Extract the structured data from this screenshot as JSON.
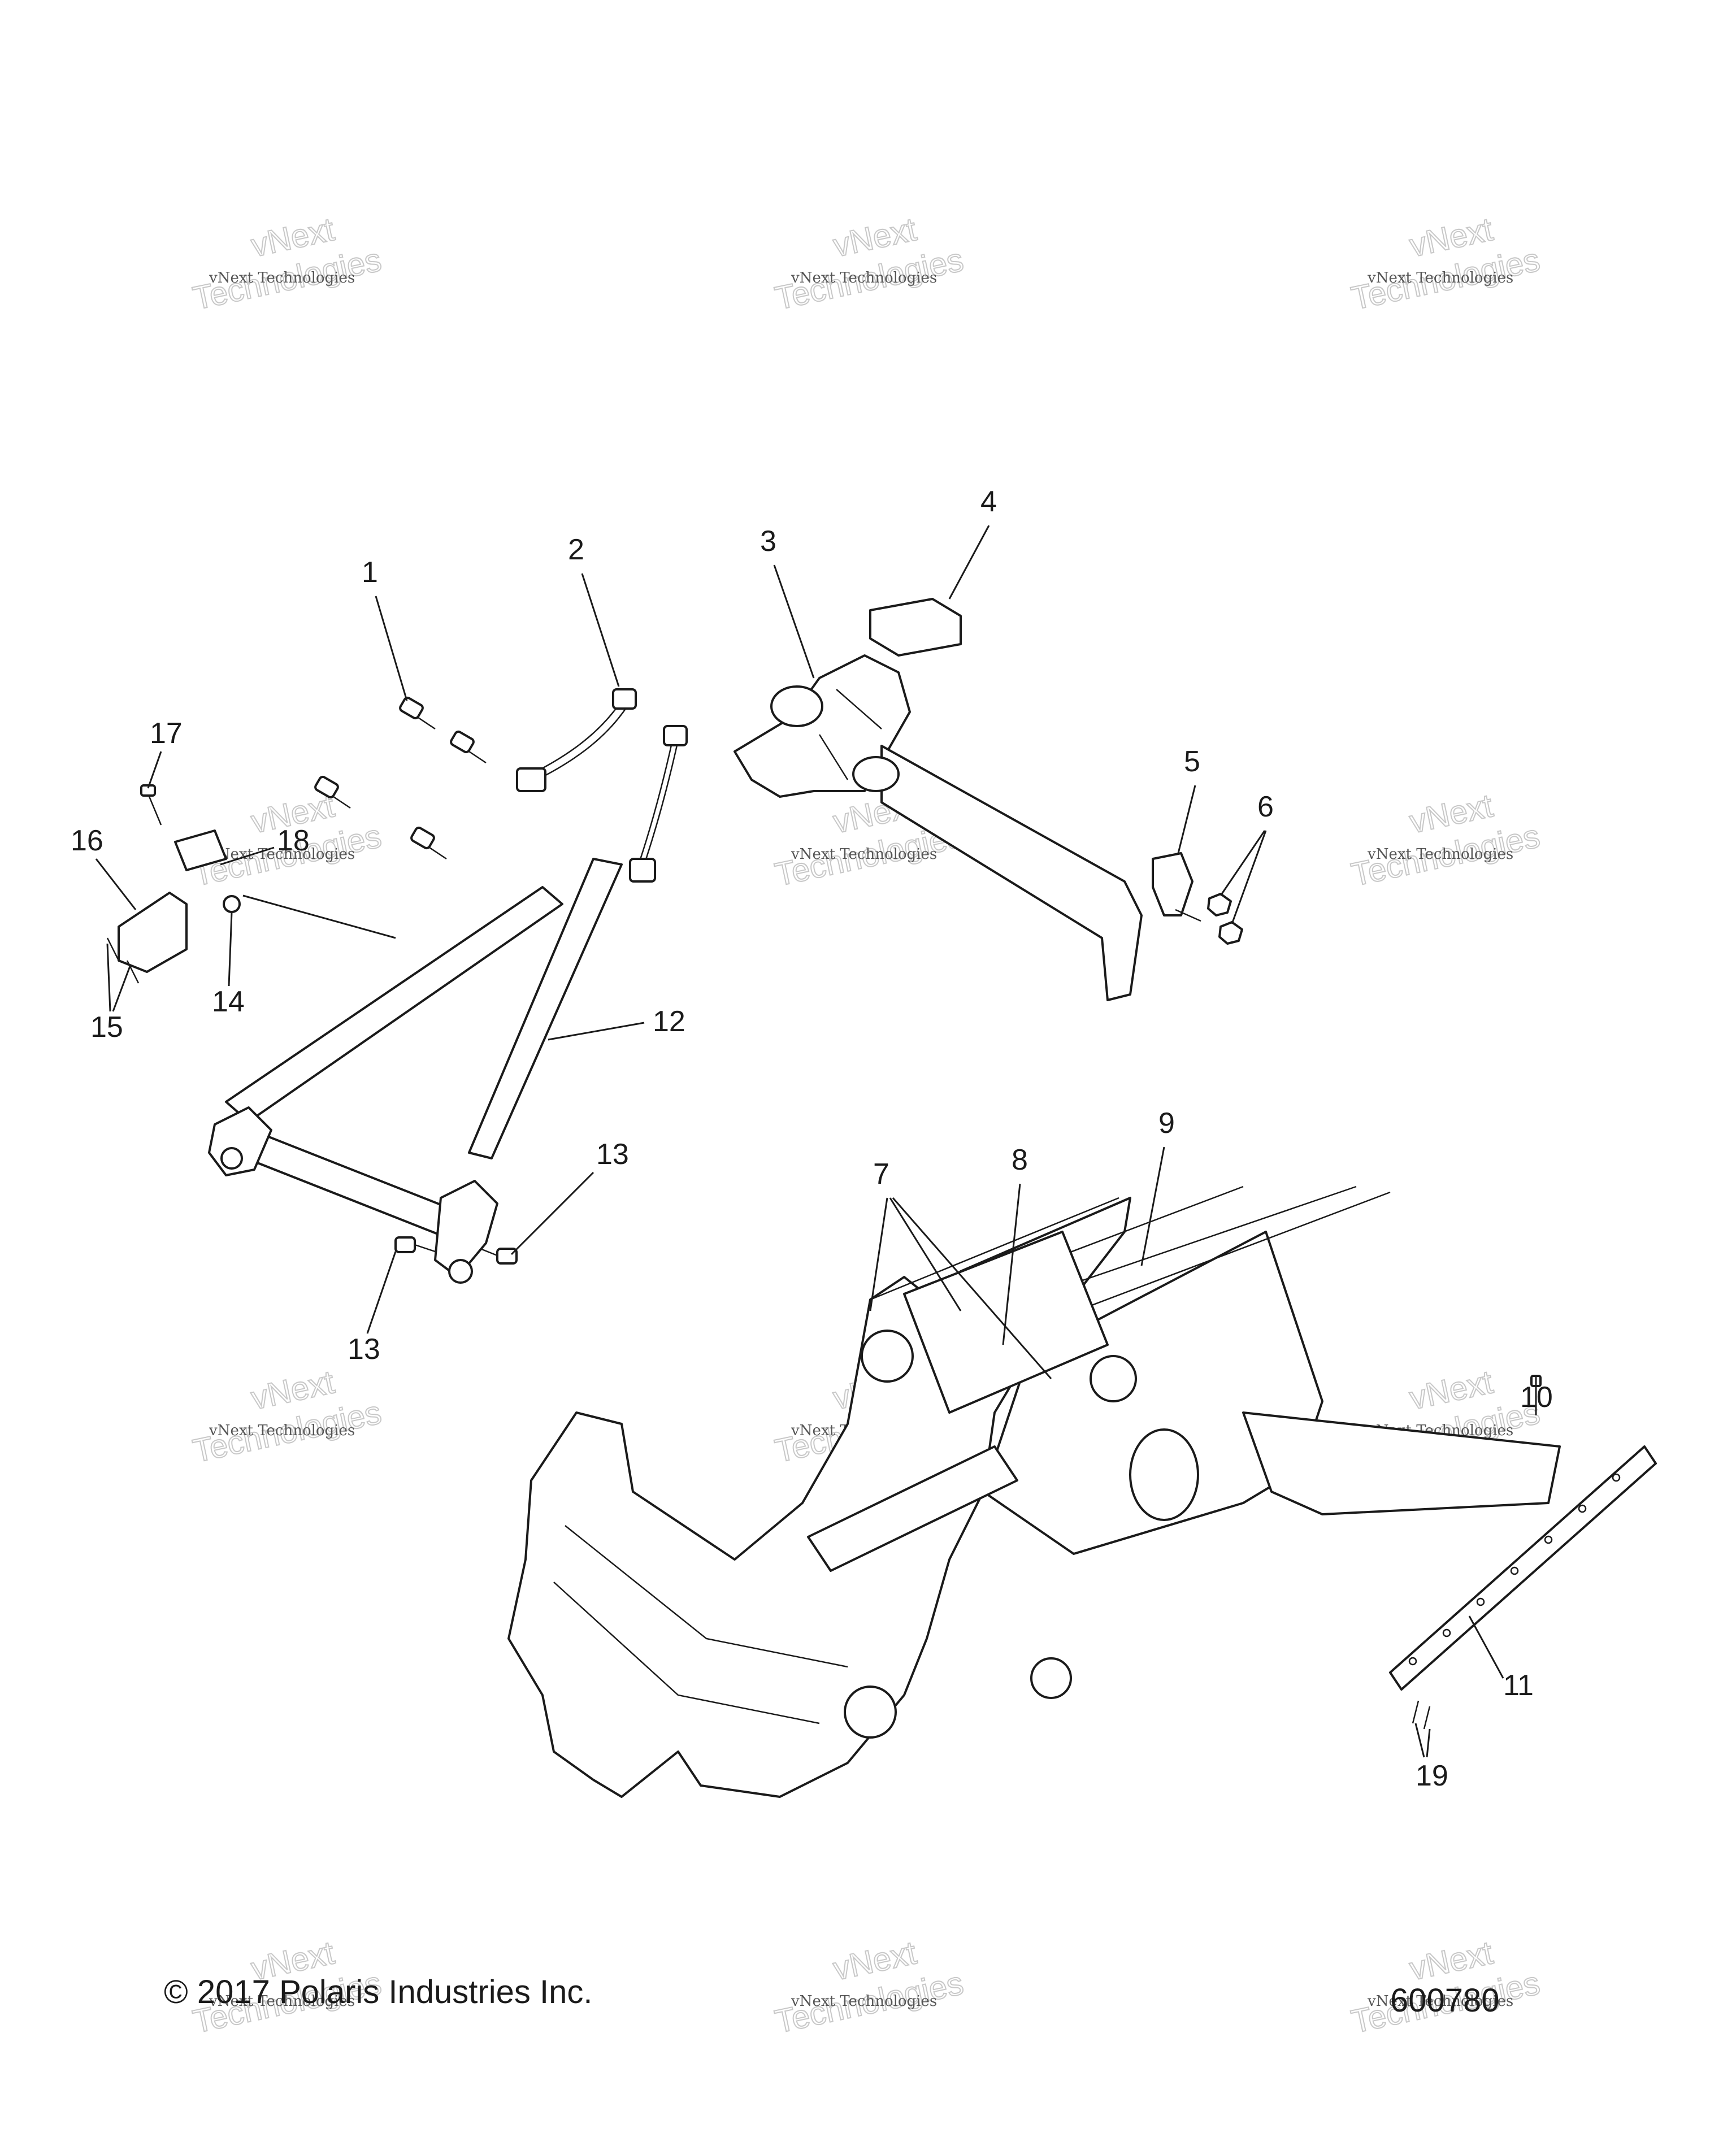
{
  "callouts": [
    {
      "id": "1",
      "label": "1"
    },
    {
      "id": "2",
      "label": "2"
    },
    {
      "id": "3",
      "label": "3"
    },
    {
      "id": "4",
      "label": "4"
    },
    {
      "id": "5",
      "label": "5"
    },
    {
      "id": "6",
      "label": "6"
    },
    {
      "id": "7",
      "label": "7"
    },
    {
      "id": "8",
      "label": "8"
    },
    {
      "id": "9",
      "label": "9"
    },
    {
      "id": "10",
      "label": "10"
    },
    {
      "id": "11",
      "label": "11"
    },
    {
      "id": "12",
      "label": "12"
    },
    {
      "id": "13a",
      "label": "13"
    },
    {
      "id": "13b",
      "label": "13"
    },
    {
      "id": "14",
      "label": "14"
    },
    {
      "id": "15",
      "label": "15"
    },
    {
      "id": "16",
      "label": "16"
    },
    {
      "id": "17",
      "label": "17"
    },
    {
      "id": "18",
      "label": "18"
    },
    {
      "id": "19",
      "label": "19"
    }
  ],
  "watermark": {
    "line1": "vNext Technologies",
    "line2": "vNext",
    "line3": "Technologies"
  },
  "footer": {
    "copyright": "© 2017 Polaris Industries Inc.",
    "figure_number": "600780"
  }
}
